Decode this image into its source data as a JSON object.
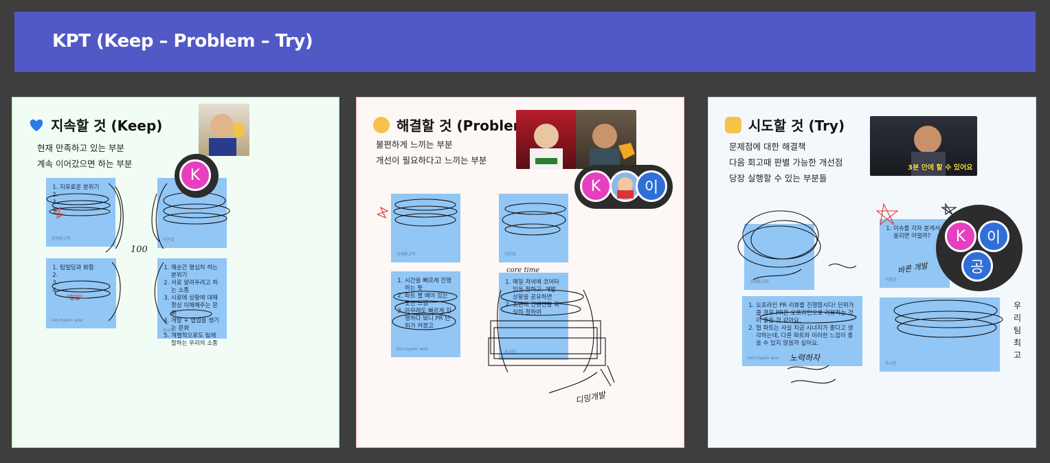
{
  "header": {
    "title": "KPT (Keep – Problem – Try)"
  },
  "colors": {
    "header_bg": "#5159c6",
    "sticky": "#92c6f5",
    "keep_bg": "#f1fcf4",
    "problem_bg": "#fdf7f6",
    "try_bg": "#f3f8fd"
  },
  "keep": {
    "emoji": "blue-heart-icon",
    "title": "지속할 것 (Keep)",
    "desc": [
      "현재 만족하고 있는 부분",
      "계속 이어갔으면 하는 부분"
    ],
    "stickies": [
      {
        "items": [
          "지유로운 분위기",
          "",
          "",
          ""
        ],
        "author": "공재용고파"
      },
      {
        "items": [
          "",
          "",
          "",
          ""
        ],
        "author": "이찬희"
      },
      {
        "items": [
          "팀빌딩과 화합",
          "",
          "",
          ""
        ],
        "note": "\"협업\"",
        "author": "kim hyeon woo"
      },
      {
        "items": [
          "매순간 열심히 하는 분위기",
          "서로 알려주려고 하는 소통",
          "시로에 상황에 대해 항상 이해해주는 문화",
          "개발 + 협업을 챙기는 문화",
          "개별적으로도 팀에 찰하는 우리의 소통",
          ""
        ],
        "author": "주시민"
      }
    ],
    "handwriting": [
      "100"
    ]
  },
  "problem": {
    "emoji": "monocle-face-icon",
    "title": "해결할 것 (Problem)",
    "desc": [
      "불편하게 느끼는 부분",
      "개선이 필요하다고 느끼는 부분"
    ],
    "stickies": [
      {
        "items": [
          "",
          "",
          "",
          ""
        ],
        "author": "공재용고파"
      },
      {
        "items": [
          "",
          "",
          "",
          ""
        ],
        "author": "이찬희"
      },
      {
        "items": [
          "시간을 빠르게 진행하는 듯",
          "파트 별 베이 있는 듯한 느낌",
          "아무래도 빠르게 진행하다 보니 PR 단위가 커졌고",
          ""
        ],
        "author": "kim hyeon woo"
      },
      {
        "items": [
          "매일 저녁에 코어타임을 정하고, 개발 상황을 공유하면",
          "초반에 컨벤션을 확실히 정하여",
          "",
          ""
        ],
        "author": "주시민"
      }
    ],
    "handwriting": [
      "core time",
      "디밍개발"
    ]
  },
  "try": {
    "emoji": "raising-hands-icon",
    "title": "시도할 것 (Try)",
    "desc": [
      "문제점에 대한 해결책",
      "다음 회고때 판별 가능한 개선점",
      "당장 실행할 수 있는 부분들"
    ],
    "stickies": [
      {
        "items": [
          "",
          ""
        ],
        "author": "공재용고파"
      },
      {
        "items": [
          "이슈를 각자 분게서 올리면 어떨까?",
          ""
        ],
        "author": "이찬희"
      },
      {
        "items": [
          "오프라인 PR 리뷰를 진행합시다! 단위가 클 경우 PR은 오프라인으로 리뷰하는 것이 좋을 것 같아요.",
          "협 파트는 사실 지금 시너지가 좋다고 생각하는데, 다른 파트와 이러한 느낌이 좋을 수 있지 않을까 싶어요.",
          ""
        ],
        "author": "kim hyeon woo"
      },
      {
        "items": [
          "",
          "",
          ""
        ],
        "author": "주시민"
      }
    ],
    "side_text": [
      "우",
      "리",
      "팀",
      "최",
      "고"
    ],
    "handwriting": [
      "노력하자",
      "바른 개발"
    ]
  },
  "avatars": {
    "keep_cursor": "K",
    "problem_group": [
      "K",
      "이"
    ],
    "try_group": [
      "K",
      "이",
      "공"
    ]
  },
  "photos": {
    "keep": {
      "caption": ""
    },
    "problem_left": {
      "caption": ""
    },
    "problem_right": {
      "caption": ""
    },
    "try": {
      "caption": "3분 안에 할 수 있어요"
    }
  }
}
